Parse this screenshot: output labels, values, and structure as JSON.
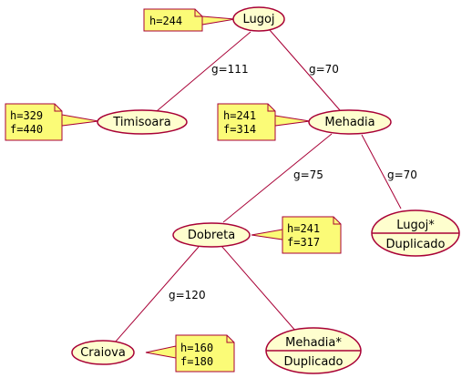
{
  "colors": {
    "node_fill": "#FEFECE",
    "node_stroke": "#A80036",
    "note_fill": "#FBFB77",
    "note_stroke": "#A80036",
    "edge": "#A80036"
  },
  "nodes": {
    "lugoj": {
      "label": "Lugoj"
    },
    "timisoara": {
      "label": "Timisoara"
    },
    "mehadia": {
      "label": "Mehadia"
    },
    "dobreta": {
      "label": "Dobreta"
    },
    "lugoj_dup": {
      "label": "Lugoj*",
      "sublabel": "Duplicado"
    },
    "craiova": {
      "label": "Craiova"
    },
    "mehadia_dup": {
      "label": "Mehadia*",
      "sublabel": "Duplicado"
    }
  },
  "edges": {
    "lugoj_timisoara": {
      "label": "g=111"
    },
    "lugoj_mehadia": {
      "label": "g=70"
    },
    "mehadia_dobreta": {
      "label": "g=75"
    },
    "mehadia_lugoj_dup": {
      "label": "g=70"
    },
    "dobreta_craiova": {
      "label": "g=120"
    },
    "dobreta_mehadia_dup": {
      "label": ""
    }
  },
  "notes": {
    "lugoj": {
      "line1": "h=244"
    },
    "timisoara": {
      "line1": "h=329",
      "line2": "f=440"
    },
    "mehadia": {
      "line1": "h=241",
      "line2": "f=314"
    },
    "dobreta": {
      "line1": "h=241",
      "line2": "f=317"
    },
    "craiova": {
      "line1": "h=160",
      "line2": "f=180"
    }
  }
}
